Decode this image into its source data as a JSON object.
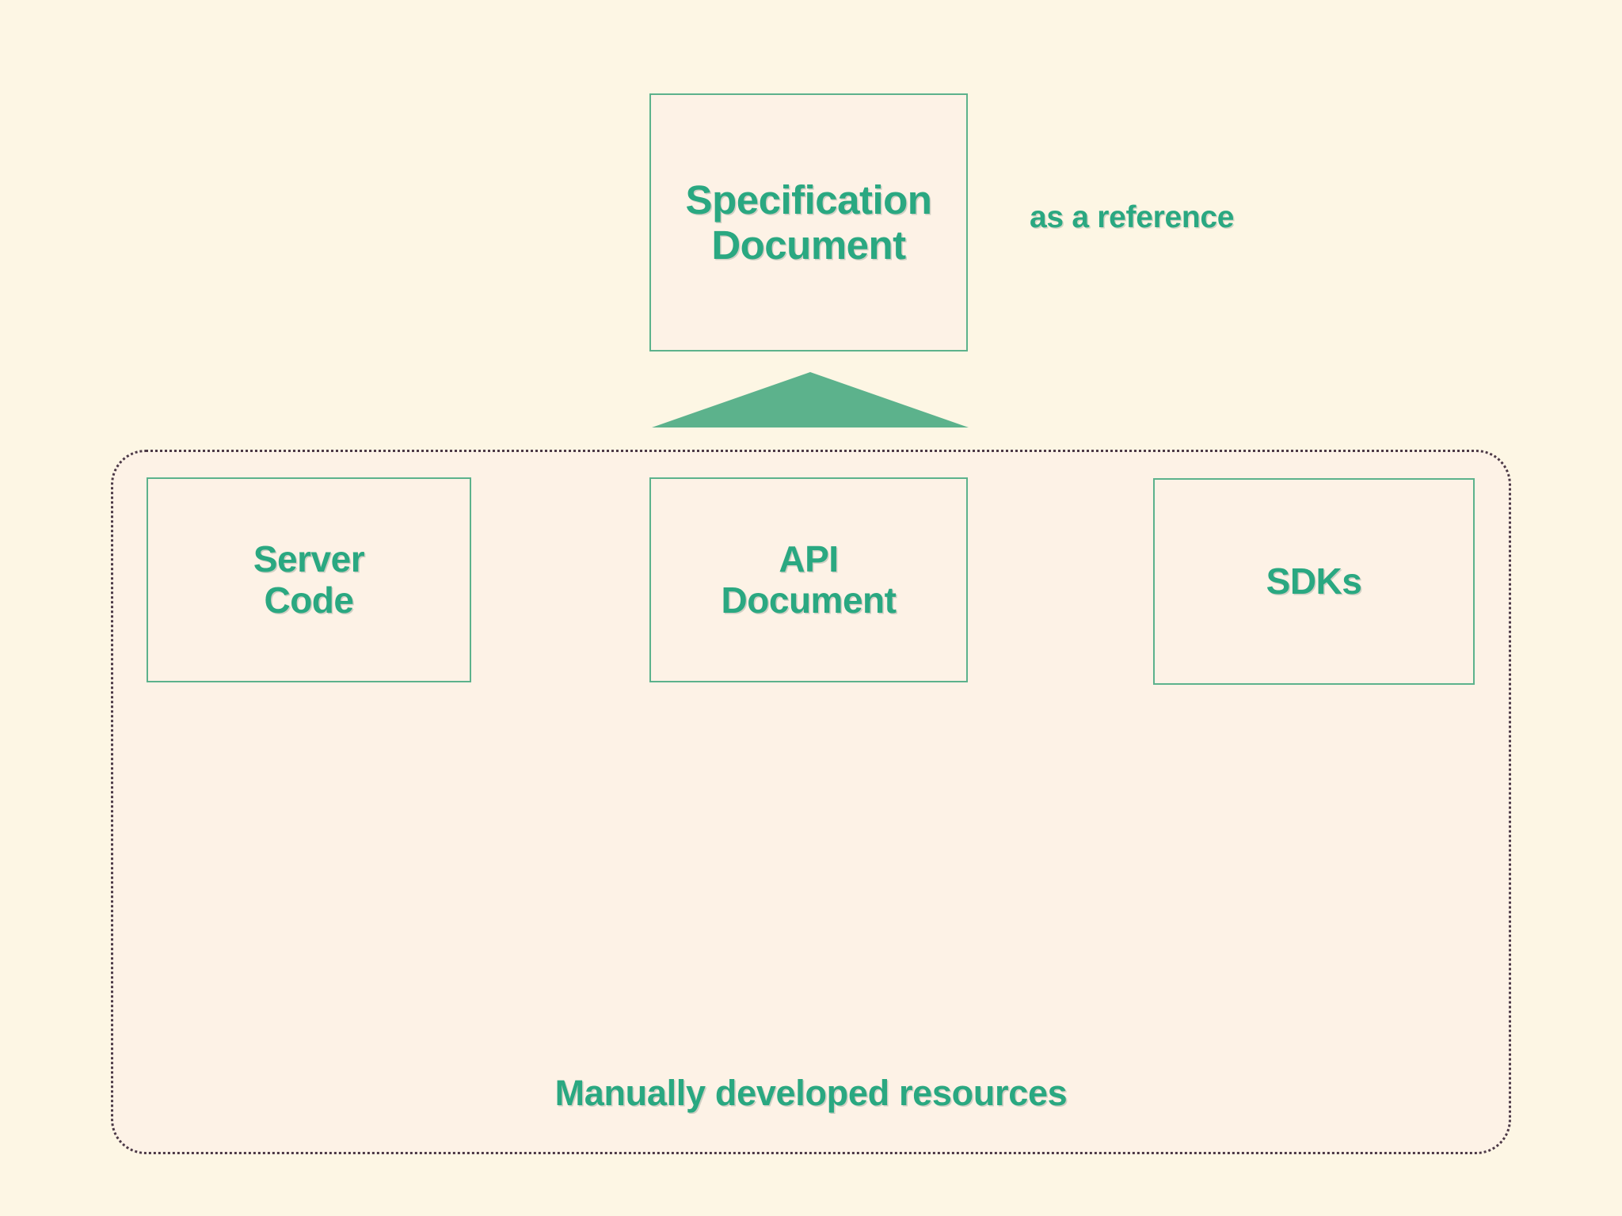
{
  "diagram": {
    "background_color": "#fdf6e4",
    "accent_color": "#2aa881",
    "box_border_color": "#5cb28c",
    "box_fill_color": "#fdf2e6",
    "dotted_border_color": "#4c3946",
    "spec_box": {
      "label": "Specification\nDocument"
    },
    "reference_note": {
      "label": "as a reference"
    },
    "arrow": {
      "name": "up-arrow",
      "direction": "up"
    },
    "manual_container": {
      "caption": "Manually developed resources",
      "boxes": [
        {
          "label": "Server\nCode"
        },
        {
          "label": "API\nDocument"
        },
        {
          "label": "SDKs"
        }
      ]
    }
  }
}
